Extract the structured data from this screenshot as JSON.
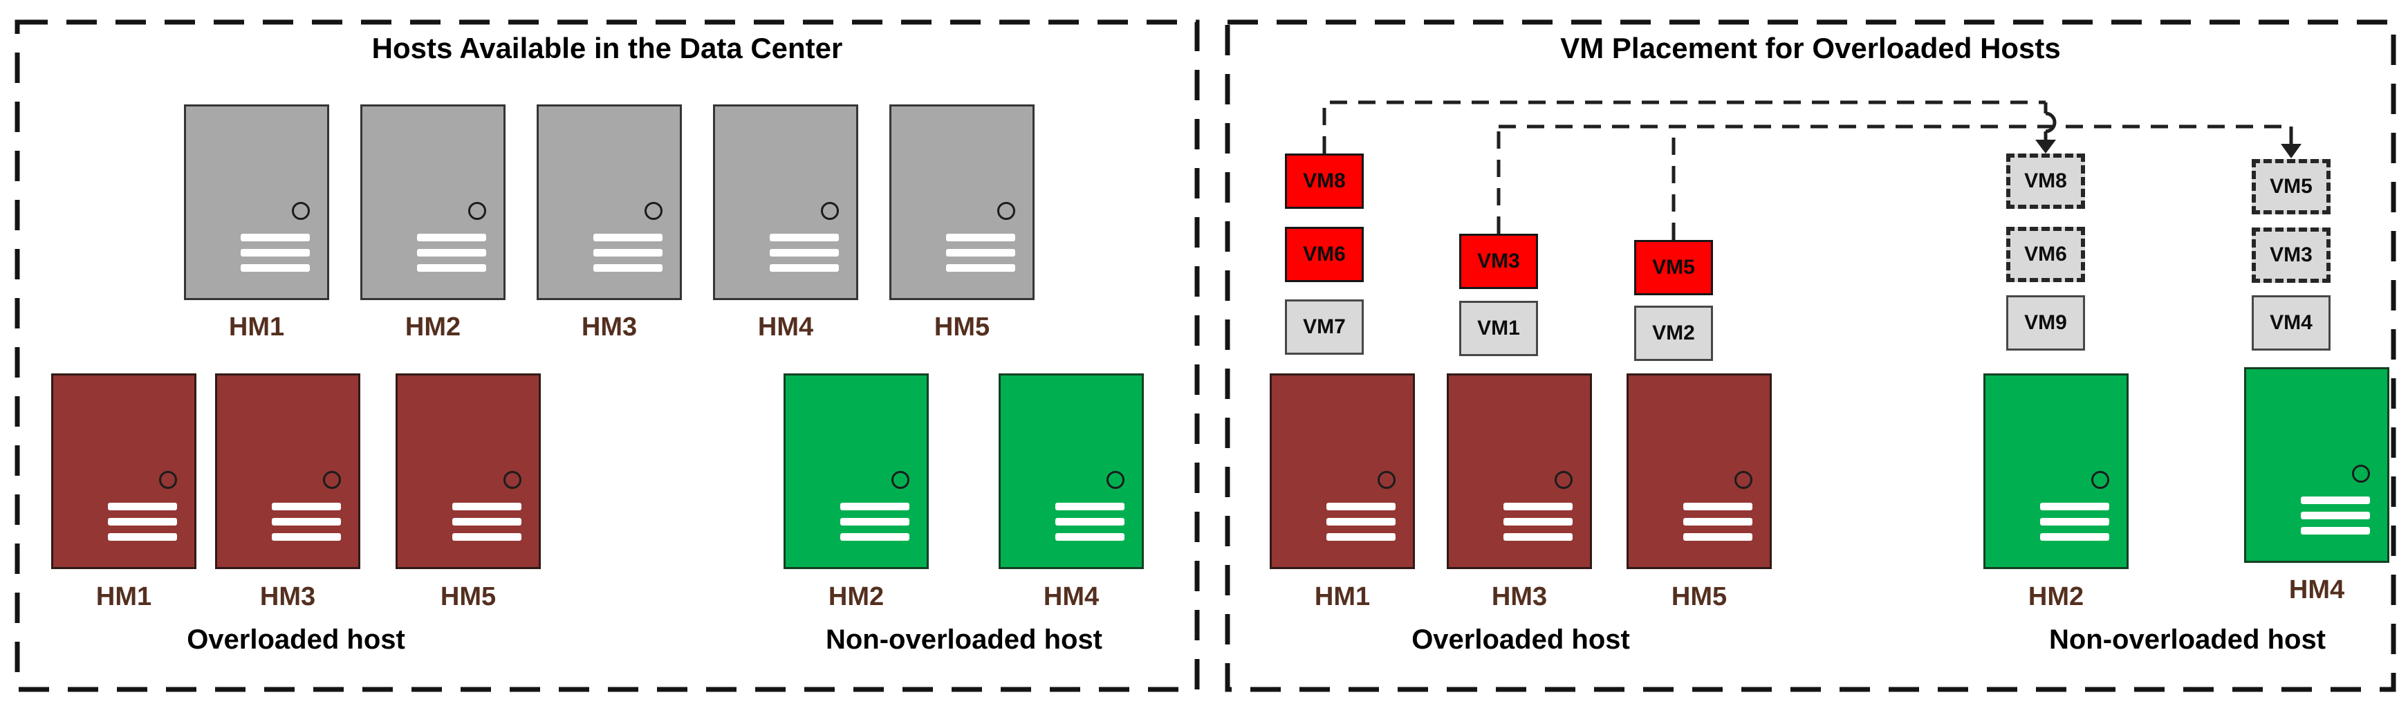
{
  "colors": {
    "available_host_fill": "#a8a8a8",
    "overloaded_host_fill": "#943634",
    "non_overloaded_host_fill": "#00b050",
    "migrating_vm_fill": "#fe0000",
    "resident_vm_fill": "#d9d9d9",
    "host_label_text": "#542f1f",
    "caption_text": "#000000",
    "connector_stroke": "#1f1f1f"
  },
  "left_panel": {
    "title": "Hosts Available in the Data Center",
    "available_hosts": [
      {
        "label": "HM1"
      },
      {
        "label": "HM2"
      },
      {
        "label": "HM3"
      },
      {
        "label": "HM4"
      },
      {
        "label": "HM5"
      }
    ],
    "overloaded_hosts": [
      {
        "label": "HM1"
      },
      {
        "label": "HM3"
      },
      {
        "label": "HM5"
      }
    ],
    "non_overloaded_hosts": [
      {
        "label": "HM2"
      },
      {
        "label": "HM4"
      }
    ],
    "overloaded_caption": "Overloaded host",
    "non_overloaded_caption": "Non-overloaded host"
  },
  "right_panel": {
    "title": "VM Placement for Overloaded Hosts",
    "overloaded_hosts": [
      {
        "label": "HM1",
        "vms": [
          {
            "name": "VM8",
            "state": "migrating"
          },
          {
            "name": "VM6",
            "state": "migrating"
          },
          {
            "name": "VM7",
            "state": "staying"
          }
        ]
      },
      {
        "label": "HM3",
        "vms": [
          {
            "name": "VM3",
            "state": "migrating"
          },
          {
            "name": "VM1",
            "state": "staying"
          }
        ]
      },
      {
        "label": "HM5",
        "vms": [
          {
            "name": "VM5",
            "state": "migrating"
          },
          {
            "name": "VM2",
            "state": "staying"
          }
        ]
      }
    ],
    "non_overloaded_hosts": [
      {
        "label": "HM2",
        "vms": [
          {
            "name": "VM8",
            "state": "incoming"
          },
          {
            "name": "VM6",
            "state": "incoming"
          },
          {
            "name": "VM9",
            "state": "staying"
          }
        ]
      },
      {
        "label": "HM4",
        "vms": [
          {
            "name": "VM5",
            "state": "incoming"
          },
          {
            "name": "VM3",
            "state": "incoming"
          },
          {
            "name": "VM4",
            "state": "staying"
          }
        ]
      }
    ],
    "overloaded_caption": "Overloaded host",
    "non_overloaded_caption": "Non-overloaded host",
    "migrations": [
      {
        "vm": "VM8",
        "from": "HM1",
        "to": "HM2"
      },
      {
        "vm": "VM6",
        "from": "HM1",
        "to": "HM2"
      },
      {
        "vm": "VM3",
        "from": "HM3",
        "to": "HM4"
      },
      {
        "vm": "VM5",
        "from": "HM5",
        "to": "HM4"
      }
    ]
  }
}
